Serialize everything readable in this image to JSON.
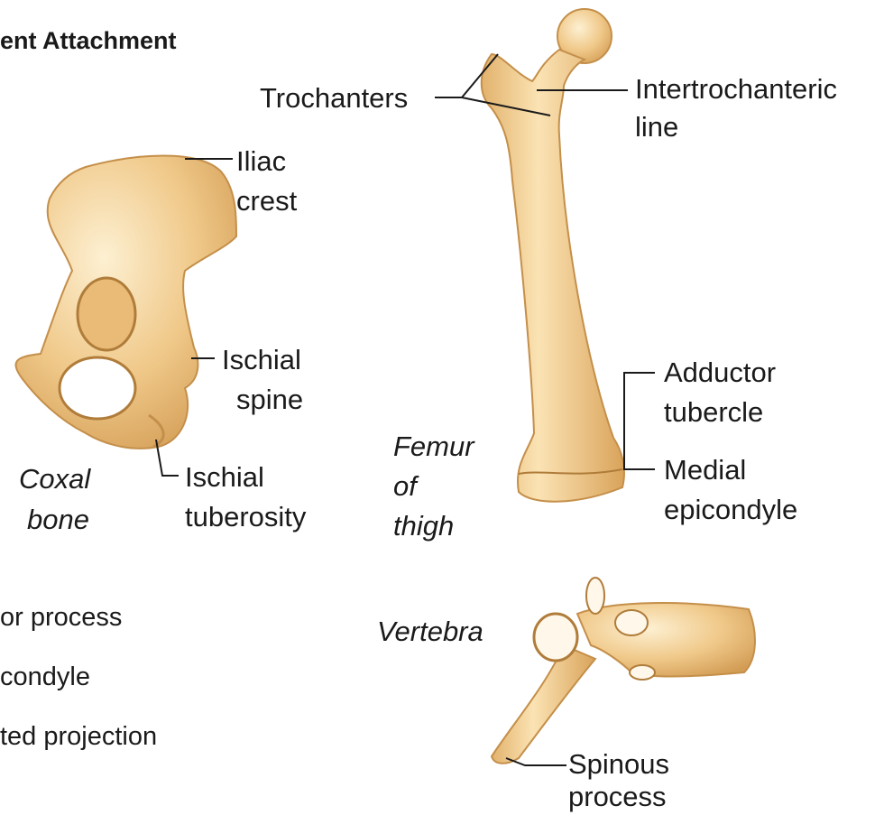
{
  "header": {
    "title": "ent Attachment"
  },
  "coxal": {
    "name_line1": "Coxal",
    "name_line2": "bone",
    "iliac_1": "Iliac",
    "iliac_2": "crest",
    "spine_1": "Ischial",
    "spine_2": "spine",
    "tub_1": "Ischial",
    "tub_2": "tuberosity"
  },
  "femur": {
    "name_line1": "Femur",
    "name_line2": "of",
    "name_line3": "thigh",
    "trochanters": "Trochanters",
    "inter_1": "Intertrochanteric",
    "inter_2": "line",
    "add_1": "Adductor",
    "add_2": "tubercle",
    "med_1": "Medial",
    "med_2": "epicondyle"
  },
  "vertebra": {
    "name": "Vertebra",
    "spin_1": "Spinous",
    "spin_2": "process"
  },
  "left_list": [
    "or process",
    "condyle",
    "ted projection"
  ],
  "colors": {
    "bone": "#f0c98a",
    "bone_shadow": "#d9a760",
    "bone_highlight": "#fbe7c0",
    "line": "#1a1a1a"
  }
}
